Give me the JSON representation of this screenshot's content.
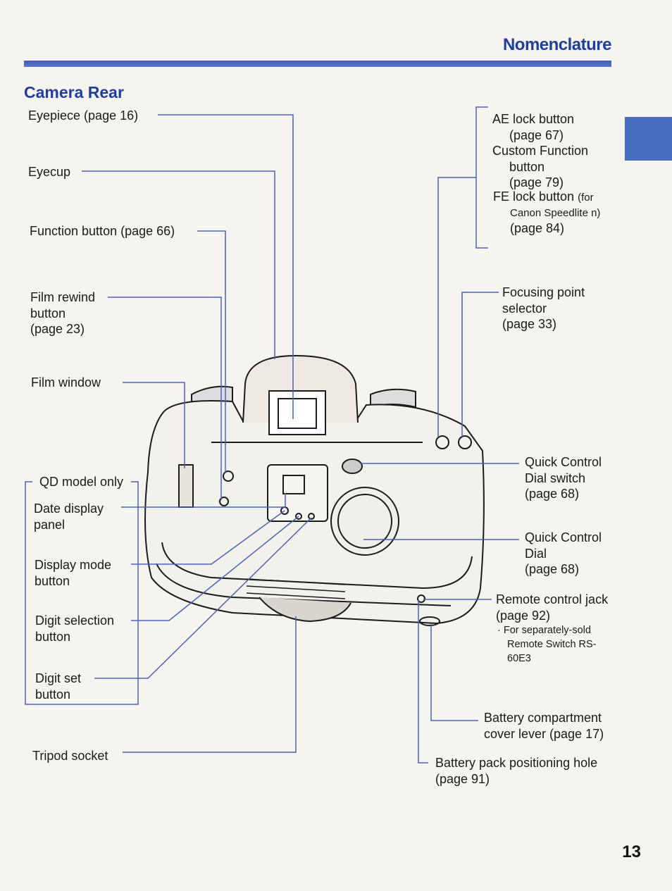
{
  "header": {
    "title": "Nomenclature"
  },
  "section": {
    "title": "Camera Rear"
  },
  "page_number": "13",
  "labels": {
    "eyepiece": "Eyepiece (page 16)",
    "eyecup": "Eyecup",
    "function_button": "Function button (page 66)",
    "film_rewind": [
      "Film rewind",
      "button",
      "(page 23)"
    ],
    "film_window": "Film window",
    "qd_model_only": "QD model only",
    "date_display_panel": [
      "Date display",
      "panel"
    ],
    "display_mode_button": [
      "Display mode",
      "button"
    ],
    "digit_selection_button": [
      "Digit selection",
      "button"
    ],
    "digit_set_button": [
      "Digit set",
      "button"
    ],
    "tripod_socket": "Tripod socket",
    "ae_lock": [
      "AE lock button",
      "(page 67)"
    ],
    "custom_function": [
      "Custom Function",
      "button",
      "(page 79)"
    ],
    "fe_lock": {
      "main": "FE lock button",
      "suffix": "(for",
      "line2": "Canon Speedlite n)",
      "page": "(page 84)"
    },
    "focusing_point": [
      "Focusing point",
      "selector",
      "(page 33)"
    ],
    "qc_dial_switch": [
      "Quick Control",
      "Dial switch",
      "(page 68)"
    ],
    "qc_dial": [
      "Quick Control",
      "Dial",
      "(page 68)"
    ],
    "remote_jack": {
      "lines": [
        "Remote control jack",
        "(page 92)"
      ],
      "note": [
        "· For separately-sold",
        "Remote Switch RS-",
        "60E3"
      ]
    },
    "battery_cover": [
      "Battery compartment",
      "cover lever (page 17)"
    ],
    "battery_hole": [
      "Battery pack positioning hole",
      "(page 91)"
    ]
  },
  "colors": {
    "accent": "#1f3f9a",
    "leader": "#4a63b5"
  }
}
